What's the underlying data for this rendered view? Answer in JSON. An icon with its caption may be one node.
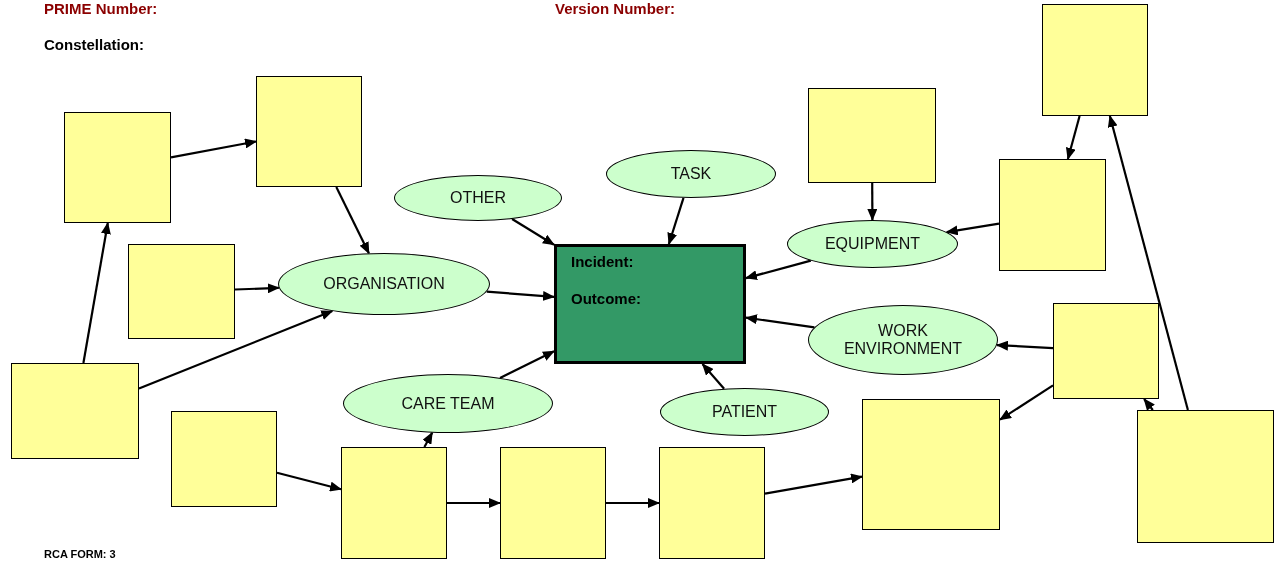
{
  "diagram": {
    "nodes": [
      {
        "text": [],
        "shape": "box"
      },
      {
        "text": [],
        "shape": "box"
      },
      {
        "text": [],
        "shape": "box"
      },
      {
        "text": [],
        "shape": "box"
      },
      {
        "text": [
          "TASK"
        ]
      },
      {
        "text": [
          "OTHER"
        ]
      },
      {
        "text": [],
        "shape": "box"
      },
      {
        "text": [
          "Incident:",
          "Outcome:"
        ]
      },
      {
        "text": [
          "EQUIPMENT"
        ]
      },
      {
        "text": [],
        "shape": "box"
      },
      {
        "text": [
          "ORGANISATION"
        ]
      },
      {
        "text": [
          "WORK ENVIRONMENT"
        ]
      },
      {
        "text": [],
        "shape": "box"
      },
      {
        "text": [],
        "shape": "box"
      },
      {
        "text": [
          "CARE TEAM"
        ]
      },
      {
        "text": [
          "PATIENT"
        ]
      },
      {
        "text": [],
        "shape": "box"
      },
      {
        "text": [],
        "shape": "box"
      },
      {
        "text": [],
        "shape": "box"
      },
      {
        "text": [],
        "shape": "box"
      },
      {
        "text": [],
        "shape": "box"
      },
      {
        "text": [],
        "shape": "box"
      }
    ],
    "edges": [
      {
        "from": 3,
        "to": 1,
        "arrow": "to"
      },
      {
        "from": 13,
        "to": 3,
        "arrow": "to"
      },
      {
        "from": 1,
        "to": 10,
        "arrow": "to"
      },
      {
        "from": 9,
        "to": 10,
        "arrow": "to"
      },
      {
        "from": 13,
        "to": 10,
        "arrow": "to"
      },
      {
        "from": 10,
        "to": 7,
        "arrow": "to"
      },
      {
        "from": 5,
        "to": 7,
        "arrow": "to"
      },
      {
        "from": 4,
        "to": 7,
        "arrow": "to"
      },
      {
        "from": 8,
        "to": 7,
        "arrow": "to"
      },
      {
        "from": 11,
        "to": 7,
        "arrow": "to"
      },
      {
        "from": 15,
        "to": 7,
        "arrow": "to"
      },
      {
        "from": 14,
        "to": 7,
        "arrow": "to"
      },
      {
        "from": 2,
        "to": 8,
        "arrow": "to"
      },
      {
        "from": 6,
        "to": 8,
        "arrow": "to"
      },
      {
        "from": 0,
        "to": 6,
        "arrow": "to"
      },
      {
        "from": 18,
        "to": 0,
        "arrow": "to"
      },
      {
        "from": 18,
        "to": 12,
        "arrow": "to"
      },
      {
        "from": 12,
        "to": 11,
        "arrow": "to"
      },
      {
        "from": 12,
        "to": 16,
        "arrow": "to"
      },
      {
        "from": 17,
        "to": 19,
        "arrow": "to"
      },
      {
        "from": 19,
        "to": 14,
        "arrow": "to"
      },
      {
        "from": 19,
        "to": 20,
        "arrow": "to"
      },
      {
        "from": 20,
        "to": 21,
        "arrow": "to"
      },
      {
        "from": 21,
        "to": 16,
        "arrow": "to"
      }
    ],
    "labels": [
      "PRIME Number:",
      "Version Number:",
      "Constellation:",
      "RCA FORM: 3"
    ]
  }
}
